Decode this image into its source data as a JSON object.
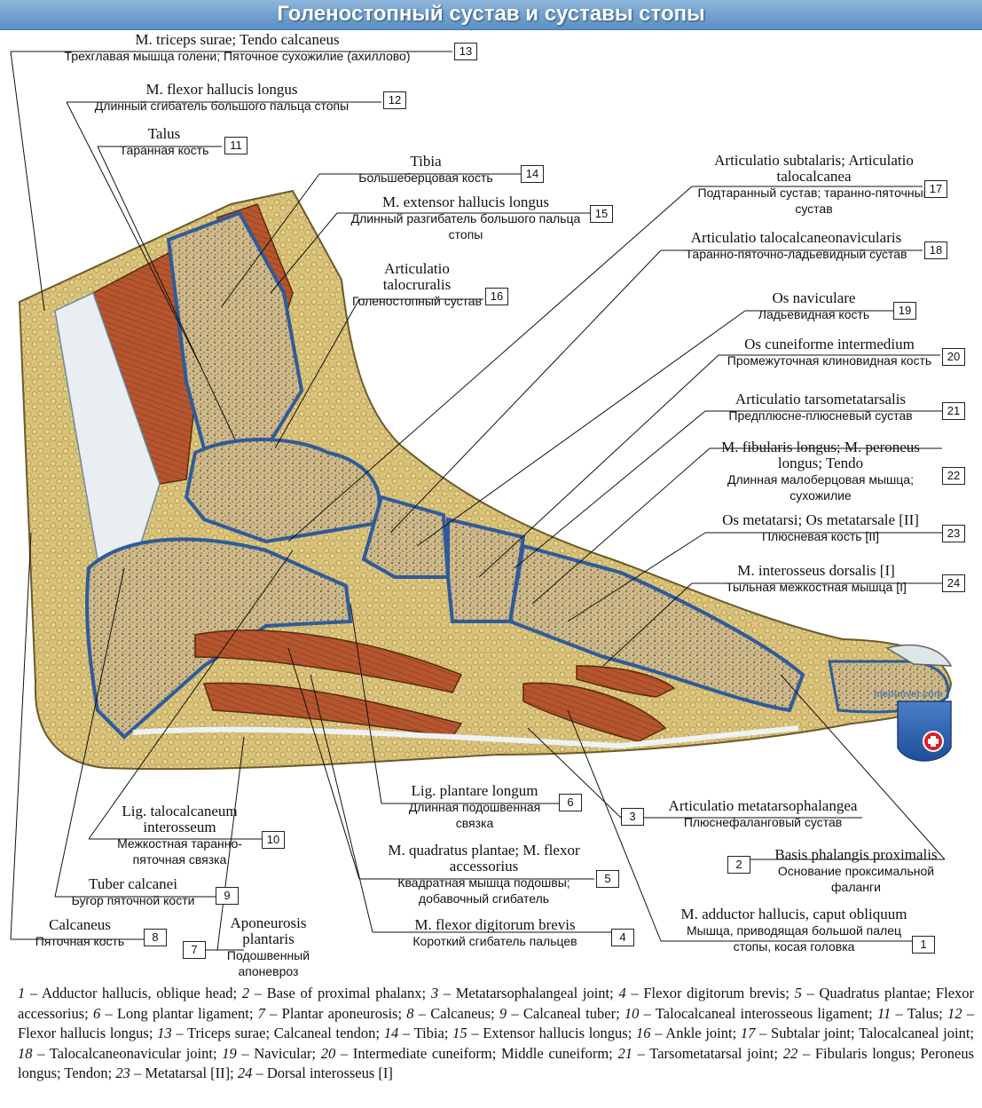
{
  "title": "Голеностопный сустав и суставы стопы",
  "watermark": "medunver.com",
  "labels": [
    {
      "num": "13",
      "lat": "M. triceps surae; Tendo calcaneus",
      "rus": "Трехглавая мышца голени; Пяточное сухожилие (ахиллово)"
    },
    {
      "num": "12",
      "lat": "M. flexor hallucis longus",
      "rus": "Длинный сгибатель большого пальца стопы"
    },
    {
      "num": "11",
      "lat": "Talus",
      "rus": "Таранная кость"
    },
    {
      "num": "14",
      "lat": "Tibia",
      "rus": "Большеберцовая кость"
    },
    {
      "num": "15",
      "lat": "M. extensor hallucis longus",
      "rus": "Длинный разгибатель большого пальца стопы"
    },
    {
      "num": "16",
      "lat": "Articulatio talocruralis",
      "rus": "Голеностопный сустав"
    },
    {
      "num": "17",
      "lat": "Articulatio subtalaris; Articulatio talocalcanea",
      "rus": "Подтаранный сустав; таранно-пяточный сустав"
    },
    {
      "num": "18",
      "lat": "Articulatio talocalcaneonavicularis",
      "rus": "Таранно-пяточно-ладьевидный сустав"
    },
    {
      "num": "19",
      "lat": "Os naviculare",
      "rus": "Ладьевидная кость"
    },
    {
      "num": "20",
      "lat": "Os cuneiforme intermedium",
      "rus": "Промежуточная клиновидная кость"
    },
    {
      "num": "21",
      "lat": "Articulatio tarsometatarsalis",
      "rus": "Предплюсне-плюсневый сустав"
    },
    {
      "num": "22",
      "lat": "M. fibularis longus; M. peroneus longus; Tendo",
      "rus": "Длинная малоберцовая мышца; сухожилие"
    },
    {
      "num": "23",
      "lat": "Os metatarsi; Os metatarsale [II]",
      "rus": "Плюсневая кость [II]"
    },
    {
      "num": "24",
      "lat": "M. interosseus dorsalis [I]",
      "rus": "Тыльная межкостная мышца [I]"
    },
    {
      "num": "6",
      "lat": "Lig. plantare longum",
      "rus": "Длинная подошвенная связка"
    },
    {
      "num": "3",
      "lat": "Articulatio metatarsophalangea",
      "rus": "Плюснефаланговый сустав"
    },
    {
      "num": "10",
      "lat": "Lig. talocalcaneum interosseum",
      "rus": "Межкостная таранно-пяточная связка"
    },
    {
      "num": "2",
      "lat": "Basis phalangis proximalis",
      "rus": "Основание проксимальной фаланги"
    },
    {
      "num": "5",
      "lat": "M. quadratus plantae; M. flexor accessorius",
      "rus": "Квадратная мышца подошвы; добавочный сгибатель"
    },
    {
      "num": "9",
      "lat": "Tuber calcanei",
      "rus": "Бугор пяточной кости"
    },
    {
      "num": "8",
      "lat": "Calcaneus",
      "rus": "Пяточная кость"
    },
    {
      "num": "7",
      "lat": "Aponeurosis plantaris",
      "rus": "Подошвенный апоневроз"
    },
    {
      "num": "4",
      "lat": "M. flexor digitorum brevis",
      "rus": "Короткий сгибатель пальцев"
    },
    {
      "num": "1",
      "lat": "M. adductor hallucis, caput obliquum",
      "rus": "Мышца, приводящая большой палец стопы, косая головка"
    }
  ],
  "legend": [
    {
      "n": "1",
      "t": "Adductor hallucis, oblique head;"
    },
    {
      "n": "2",
      "t": "Base of proximal phalanx;"
    },
    {
      "n": "3",
      "t": "Metatarsophalangeal joint;"
    },
    {
      "n": "4",
      "t": "Flexor digitorum brevis;"
    },
    {
      "n": "5",
      "t": "Quadratus plantae; Flexor accessorius;"
    },
    {
      "n": "6",
      "t": "Long plantar ligament;"
    },
    {
      "n": "7",
      "t": "Plantar aponeurosis;"
    },
    {
      "n": "8",
      "t": "Calcaneus;"
    },
    {
      "n": "9",
      "t": "Calcaneal tuber;"
    },
    {
      "n": "10",
      "t": "Talocalcaneal interosseous ligament;"
    },
    {
      "n": "11",
      "t": "Talus;"
    },
    {
      "n": "12",
      "t": "Flexor hallucis longus;"
    },
    {
      "n": "13",
      "t": "Triceps surae; Calcaneal tendon;"
    },
    {
      "n": "14",
      "t": "Tibia;"
    },
    {
      "n": "15",
      "t": "Extensor hallucis longus;"
    },
    {
      "n": "16",
      "t": "Ankle joint;"
    },
    {
      "n": "17",
      "t": "Subtalar joint; Talocalcaneal joint;"
    },
    {
      "n": "18",
      "t": "Talocalcaneonavicular joint;"
    },
    {
      "n": "19",
      "t": "Navicular;"
    },
    {
      "n": "20",
      "t": "Intermediate cuneiform; Middle cuneiform;"
    },
    {
      "n": "21",
      "t": "Tarsometatarsal joint;"
    },
    {
      "n": "22",
      "t": "Fibularis longus; Peroneus longus; Tendon;"
    },
    {
      "n": "23",
      "t": "Metatarsal [II];"
    },
    {
      "n": "24",
      "t": "Dorsal interosseus [I]"
    }
  ]
}
